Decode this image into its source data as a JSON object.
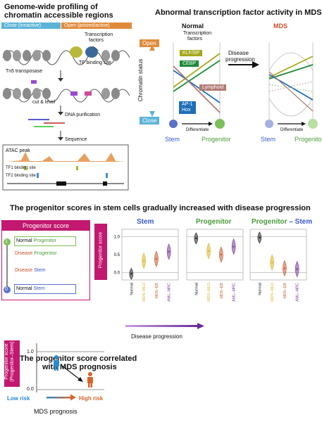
{
  "panel_a": {
    "title_line1": "Genome-wide profiling of",
    "title_line2": "chromatin accessible regions",
    "close_tag": "Close (innactive)",
    "open_tag": "Open (poised/active)",
    "tf_label_1": "Transcription",
    "tf_label_2": "factors",
    "tf_site": "TF binding site",
    "tn5": "Tn5 transposase",
    "cut": "cut & level",
    "purification": "DNA purification",
    "sequence": "Sequence",
    "atac": "ATAC peak",
    "tf1": "TF1 binding site",
    "tf2": "TF2 binding site"
  },
  "panel_b": {
    "title": "Abnormal transcription factor activity in MDS",
    "normal": "Normal",
    "mds": "MDS",
    "tf_label_1": "Transcription",
    "tf_label_2": "factors",
    "open": "Open",
    "close": "Close",
    "chromatin_status": "Chromatin status",
    "klf": "KLF/SP",
    "cebp": "CEBP",
    "lymphoid": "Lymphoid",
    "ap1_1": "AP-1",
    "ap1_2": "Hox",
    "progression_1": "Disease",
    "progression_2": "progression",
    "differentiate": "Differentiate",
    "stem": "Stem",
    "progenitor": "Progenitor",
    "colors": {
      "klf": "#a3a81a",
      "cebp": "#1d8a3a",
      "lymphoid": "#b07a72",
      "ap1": "#1f6fb8",
      "stem": "#5a72c8",
      "progenitor": "#7cc05a"
    }
  },
  "panel_c": {
    "title": "The progenitor scores in stem cells gradually increased with disease progression",
    "legend_title": "Progenitor score",
    "top_value": "1",
    "bottom_value": "0",
    "rows": [
      {
        "prefix": "Normal",
        "suffix": "Progenitor"
      },
      {
        "prefix": "Disease",
        "suffix": "Progenitor"
      },
      {
        "prefix": "Disease",
        "suffix": "Stem"
      },
      {
        "prefix": "Normal",
        "suffix": "Stem"
      }
    ],
    "y_axis_label": "Progenitor score",
    "panel_titles": [
      "Stem",
      "Progenitor",
      "Progenitor",
      "– Stem"
    ],
    "categories": [
      "Normal",
      "MDS–MLD",
      "MDS–EB",
      "AML–MRC"
    ],
    "yticks": [
      "1.0",
      "0.5",
      "0.0"
    ],
    "progression": "Disease progression",
    "colors": {
      "normal": "#222222",
      "mld": "#d8b52a",
      "eb": "#c85a32",
      "mrc": "#7a3a9a"
    }
  },
  "chart_data": {
    "type": "violin",
    "panels": [
      {
        "name": "Stem",
        "categories": [
          "Normal",
          "MDS–MLD",
          "MDS–EB",
          "AML–MRC"
        ],
        "values": [
          -0.03,
          0.33,
          0.38,
          0.58
        ],
        "ylim": [
          -0.2,
          1.2
        ]
      },
      {
        "name": "Progenitor",
        "categories": [
          "Normal",
          "MDS–MLD",
          "MDS–EB",
          "AML–MRC"
        ],
        "values": [
          0.95,
          0.6,
          0.5,
          0.72
        ],
        "ylim": [
          -0.2,
          1.2
        ]
      },
      {
        "name": "Progenitor – Stem",
        "categories": [
          "Normal",
          "MDS–MLD",
          "MDS–EB",
          "AML–MRC"
        ],
        "values": [
          0.97,
          0.28,
          0.12,
          0.1
        ],
        "ylim": [
          -0.2,
          1.2
        ]
      }
    ]
  },
  "panel_d": {
    "title_line1": "The progenitor score correlated",
    "title_line2": "with MDS prognosis",
    "y_label_1": "Progenitor score",
    "y_label_2": "(Progenitor–Stem)",
    "ytick_top": "1.0",
    "ytick_bottom": "0.0",
    "low": "Low risk",
    "high": "High risk",
    "xlabel": "MDS prognosis",
    "colors": {
      "low": "#2a8ad0",
      "high": "#d8642a",
      "magenta": "#c2186f"
    }
  }
}
